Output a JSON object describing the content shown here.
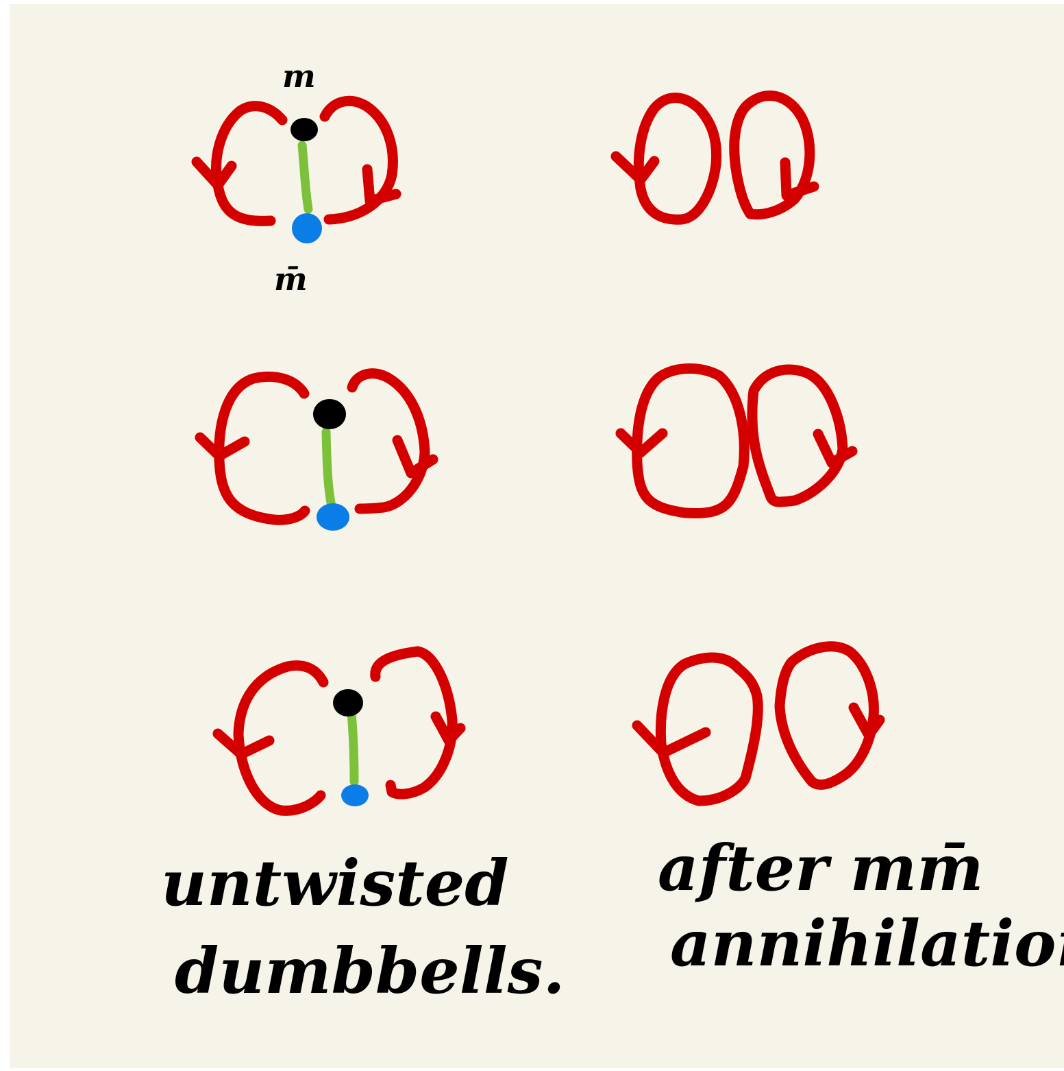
{
  "diagram": {
    "labels": {
      "monopole": "m",
      "antimonopole": "m̄"
    },
    "captions": {
      "left_line1": "untwisted",
      "left_line2": "dumbbells.",
      "right_line1": "after mm̄",
      "right_line2": "annihilation"
    },
    "colors": {
      "background": "#f6f4e9",
      "loop": "#d40000",
      "monopole": "#000000",
      "antimonopole": "#0a7de6",
      "string": "#7cc13a"
    }
  }
}
